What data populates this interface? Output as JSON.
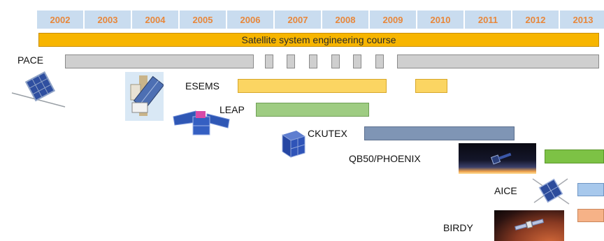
{
  "timeline": {
    "years": [
      "2002",
      "2003",
      "2004",
      "2005",
      "2006",
      "2007",
      "2008",
      "2009",
      "2010",
      "2011",
      "2012",
      "2013"
    ]
  },
  "course": {
    "label": "Satellite system engineering course"
  },
  "projects": {
    "pace": "PACE",
    "esems": "ESEMS",
    "leap": "LEAP",
    "ckutex": "CKUTEX",
    "qb50": "QB50/PHOENIX",
    "aice": "AICE",
    "birdy": "BIRDY"
  },
  "colors": {
    "year_header": "#c9dcef",
    "year_text": "#e8873a",
    "course": "#f7b500",
    "pace": "#cfcfcf",
    "esems": "#fbd562",
    "leap": "#9ecc82",
    "ckutex": "#7f95b5",
    "qb50": "#7dc245",
    "aice": "#a7c8ec",
    "birdy": "#f6b287"
  }
}
